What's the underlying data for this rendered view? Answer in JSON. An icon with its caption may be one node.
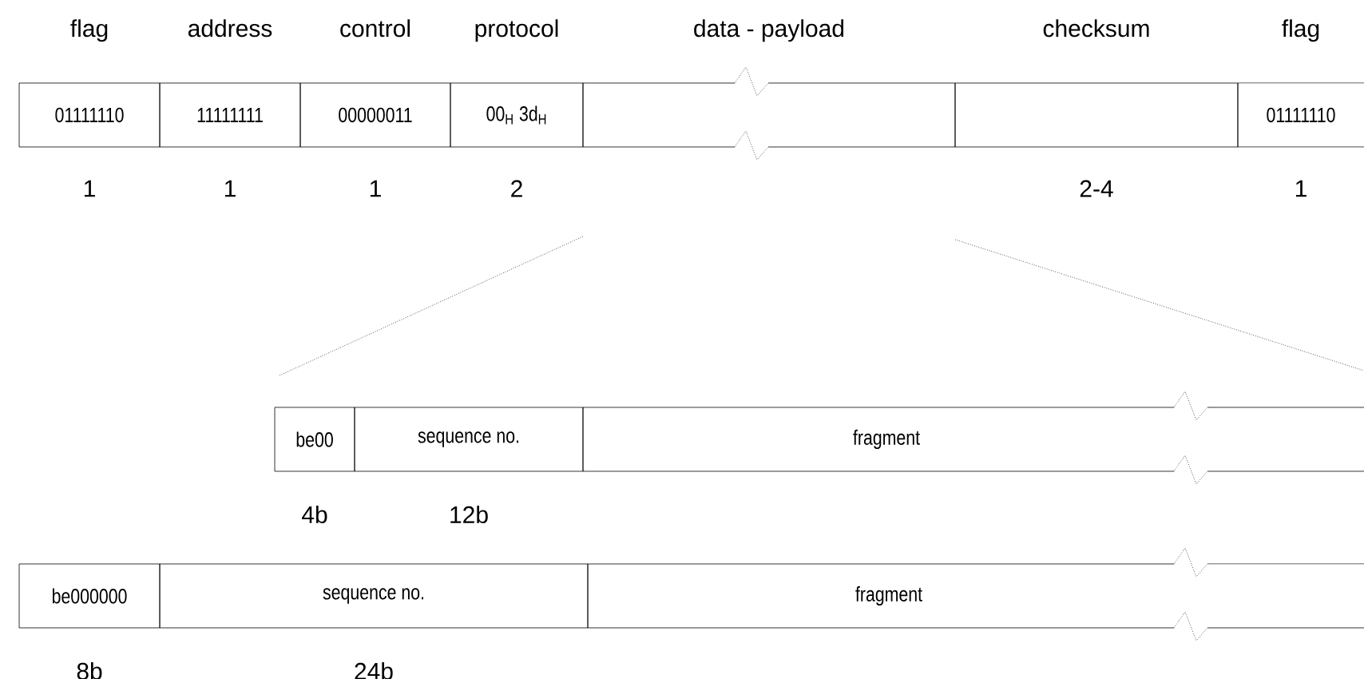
{
  "diagram": {
    "nodes": [
      {
        "text": [
          "flag",
          "01111110"
        ],
        "beside": [
          "1"
        ]
      },
      {
        "text": [
          "address",
          "11111111"
        ],
        "beside": [
          "1"
        ]
      },
      {
        "text": [
          "control",
          "00000011"
        ],
        "beside": [
          "1"
        ]
      },
      {
        "text": [
          "protocol",
          "00$_{H}$ 3d$_{H}$"
        ],
        "beside": [
          "2"
        ]
      },
      {
        "text": [
          "data - payload"
        ]
      },
      {
        "text": [
          "checksum"
        ],
        "beside": [
          "2-4"
        ]
      },
      {
        "text": [
          "flag",
          "01111110"
        ],
        "beside": [
          "1"
        ]
      },
      {
        "text": [
          "be00"
        ],
        "beside": [
          "4b"
        ]
      },
      {
        "text": [
          "sequence no."
        ],
        "beside": [
          "12b"
        ]
      },
      {
        "text": [
          "fragment"
        ]
      },
      {
        "text": [
          "be000000"
        ],
        "beside": [
          "8b"
        ]
      },
      {
        "text": [
          "sequence no."
        ],
        "beside": [
          "24b"
        ]
      },
      {
        "text": [
          "fragment"
        ]
      }
    ]
  }
}
